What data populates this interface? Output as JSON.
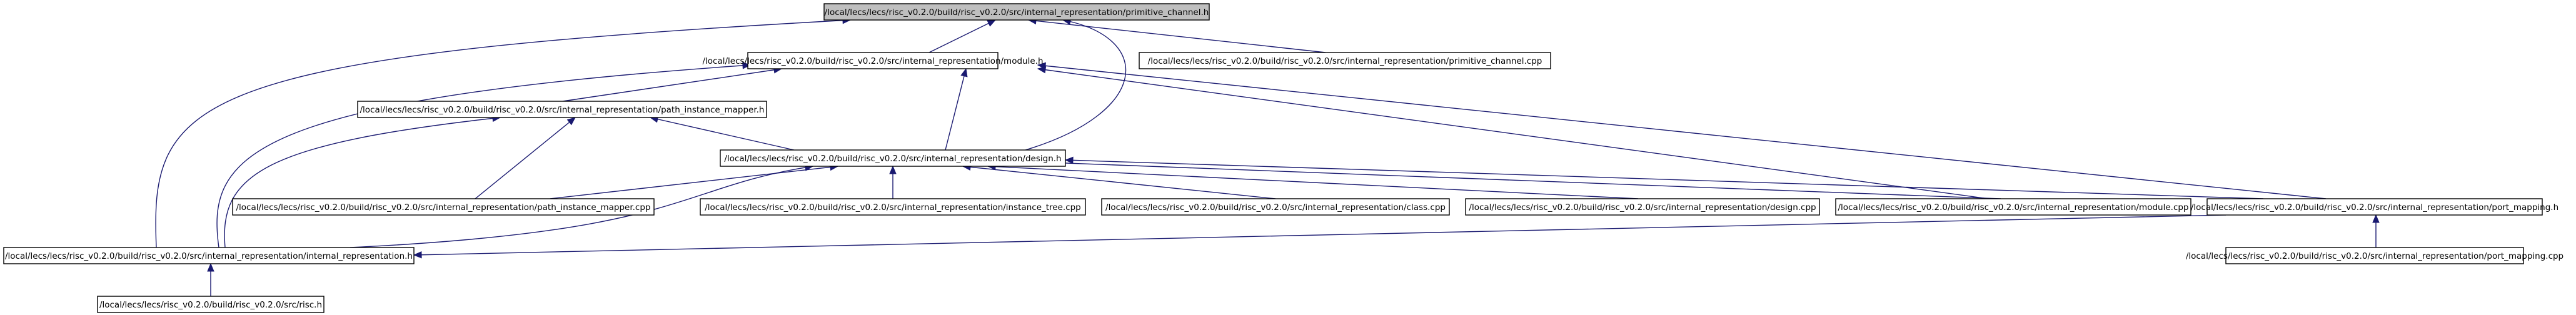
{
  "graph": {
    "nodes": [
      {
        "id": "primitive_channel_h",
        "label": "/local/lecs/lecs/risc_v0.2.0/build/risc_v0.2.0/src/internal_representation/primitive_channel.h",
        "highlighted": true
      },
      {
        "id": "module_h",
        "label": "/local/lecs/lecs/risc_v0.2.0/build/risc_v0.2.0/src/internal_representation/module.h"
      },
      {
        "id": "primitive_channel_cpp",
        "label": "/local/lecs/lecs/risc_v0.2.0/build/risc_v0.2.0/src/internal_representation/primitive_channel.cpp"
      },
      {
        "id": "path_instance_mapper_h",
        "label": "/local/lecs/lecs/risc_v0.2.0/build/risc_v0.2.0/src/internal_representation/path_instance_mapper.h"
      },
      {
        "id": "design_h",
        "label": "/local/lecs/lecs/risc_v0.2.0/build/risc_v0.2.0/src/internal_representation/design.h"
      },
      {
        "id": "path_instance_mapper_cpp",
        "label": "/local/lecs/lecs/risc_v0.2.0/build/risc_v0.2.0/src/internal_representation/path_instance_mapper.cpp"
      },
      {
        "id": "instance_tree_cpp",
        "label": "/local/lecs/lecs/risc_v0.2.0/build/risc_v0.2.0/src/internal_representation/instance_tree.cpp"
      },
      {
        "id": "class_cpp",
        "label": "/local/lecs/lecs/risc_v0.2.0/build/risc_v0.2.0/src/internal_representation/class.cpp"
      },
      {
        "id": "design_cpp",
        "label": "/local/lecs/lecs/risc_v0.2.0/build/risc_v0.2.0/src/internal_representation/design.cpp"
      },
      {
        "id": "module_cpp",
        "label": "/local/lecs/lecs/risc_v0.2.0/build/risc_v0.2.0/src/internal_representation/module.cpp"
      },
      {
        "id": "port_mapping_h",
        "label": "/local/lecs/lecs/risc_v0.2.0/build/risc_v0.2.0/src/internal_representation/port_mapping.h"
      },
      {
        "id": "internal_representation_h",
        "label": "/local/lecs/lecs/risc_v0.2.0/build/risc_v0.2.0/src/internal_representation/internal_representation.h"
      },
      {
        "id": "port_mapping_cpp",
        "label": "/local/lecs/lecs/risc_v0.2.0/build/risc_v0.2.0/src/internal_representation/port_mapping.cpp"
      },
      {
        "id": "risc_h",
        "label": "/local/lecs/lecs/risc_v0.2.0/build/risc_v0.2.0/src/risc.h"
      }
    ],
    "edges": [
      {
        "from": "module_h",
        "to": "primitive_channel_h"
      },
      {
        "from": "primitive_channel_cpp",
        "to": "primitive_channel_h"
      },
      {
        "from": "design_h",
        "to": "primitive_channel_h"
      },
      {
        "from": "internal_representation_h",
        "to": "primitive_channel_h"
      },
      {
        "from": "path_instance_mapper_h",
        "to": "module_h"
      },
      {
        "from": "design_h",
        "to": "module_h"
      },
      {
        "from": "module_cpp",
        "to": "module_h"
      },
      {
        "from": "port_mapping_h",
        "to": "module_h"
      },
      {
        "from": "internal_representation_h",
        "to": "module_h"
      },
      {
        "from": "design_h",
        "to": "path_instance_mapper_h"
      },
      {
        "from": "path_instance_mapper_cpp",
        "to": "path_instance_mapper_h"
      },
      {
        "from": "internal_representation_h",
        "to": "path_instance_mapper_h"
      },
      {
        "from": "path_instance_mapper_cpp",
        "to": "design_h"
      },
      {
        "from": "instance_tree_cpp",
        "to": "design_h"
      },
      {
        "from": "class_cpp",
        "to": "design_h"
      },
      {
        "from": "design_cpp",
        "to": "design_h"
      },
      {
        "from": "module_cpp",
        "to": "design_h"
      },
      {
        "from": "port_mapping_h",
        "to": "design_h"
      },
      {
        "from": "internal_representation_h",
        "to": "design_h"
      },
      {
        "from": "port_mapping_h",
        "to": "internal_representation_h"
      },
      {
        "from": "port_mapping_cpp",
        "to": "port_mapping_h"
      },
      {
        "from": "risc_h",
        "to": "internal_representation_h"
      }
    ]
  }
}
